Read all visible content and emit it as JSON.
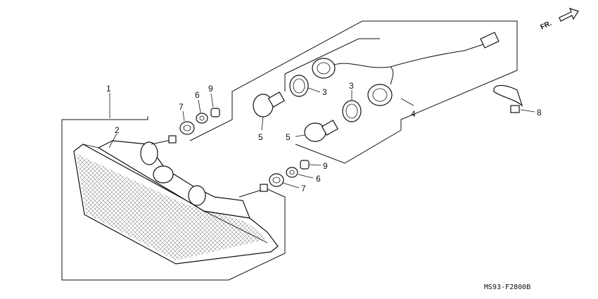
{
  "direction_label": "FR.",
  "diagram_code": "MS93-F2800B",
  "callouts": [
    {
      "id": "c1",
      "text": "1"
    },
    {
      "id": "c2",
      "text": "2"
    },
    {
      "id": "c7a",
      "text": "7"
    },
    {
      "id": "c6a",
      "text": "6"
    },
    {
      "id": "c9a",
      "text": "9"
    },
    {
      "id": "c5a",
      "text": "5"
    },
    {
      "id": "c3a",
      "text": "3"
    },
    {
      "id": "c3b",
      "text": "3"
    },
    {
      "id": "c4",
      "text": "4"
    },
    {
      "id": "c5b",
      "text": "5"
    },
    {
      "id": "c9b",
      "text": "9"
    },
    {
      "id": "c6b",
      "text": "6"
    },
    {
      "id": "c7b",
      "text": "7"
    },
    {
      "id": "c8",
      "text": "8"
    }
  ]
}
